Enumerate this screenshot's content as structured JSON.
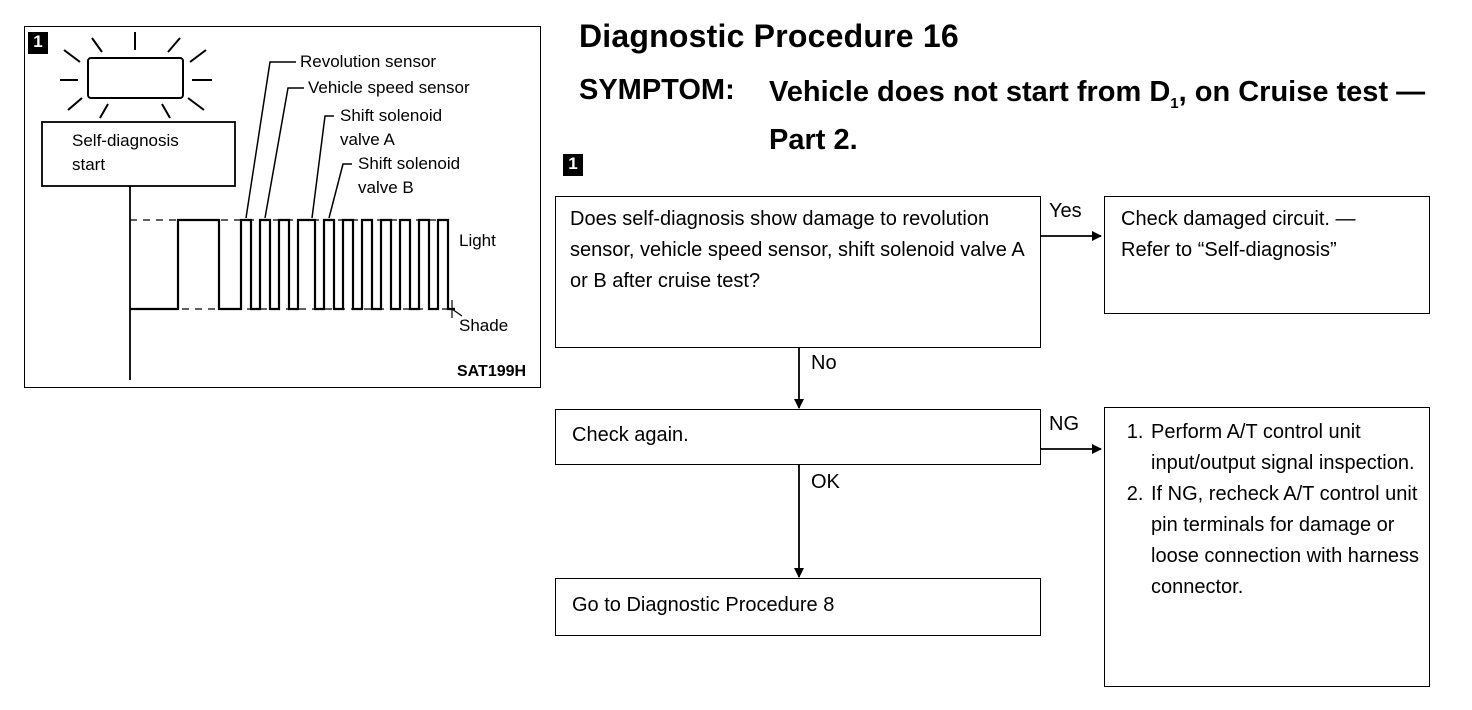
{
  "left_panel": {
    "step_badge": "1",
    "self_diagnosis_box": [
      "Self-diagnosis",
      "start"
    ],
    "labels": {
      "revolution_sensor": "Revolution sensor",
      "vehicle_speed_sensor": "Vehicle speed sensor",
      "shift_solenoid_a_1": "Shift solenoid",
      "shift_solenoid_a_2": "valve A",
      "shift_solenoid_b_1": "Shift solenoid",
      "shift_solenoid_b_2": "valve B",
      "light": "Light",
      "shade": "Shade",
      "figure_code": "SAT199H"
    }
  },
  "header": {
    "title": "Diagnostic Procedure 16",
    "symptom_key": "SYMPTOM:",
    "symptom_pre": "Vehicle does not start from D",
    "symptom_sub": "1",
    "symptom_post": ", on Cruise test — Part 2."
  },
  "flow": {
    "step_badge": "1",
    "question": "Does self-diagnosis show damage to revolution sensor, vehicle speed sensor, shift solenoid valve A or B after cruise test?",
    "yes_label": "Yes",
    "yes_result": [
      "Check damaged circuit. —",
      "Refer to “Self-diagnosis”"
    ],
    "no_label": "No",
    "check_again": "Check again.",
    "ng_label": "NG",
    "ng_steps": [
      "Perform A/T control unit input/output signal inspection.",
      "If NG, recheck A/T control unit pin terminals for damage or loose connection with harness connector."
    ],
    "ok_label": "OK",
    "go_to": "Go to Diagnostic Procedure 8"
  }
}
